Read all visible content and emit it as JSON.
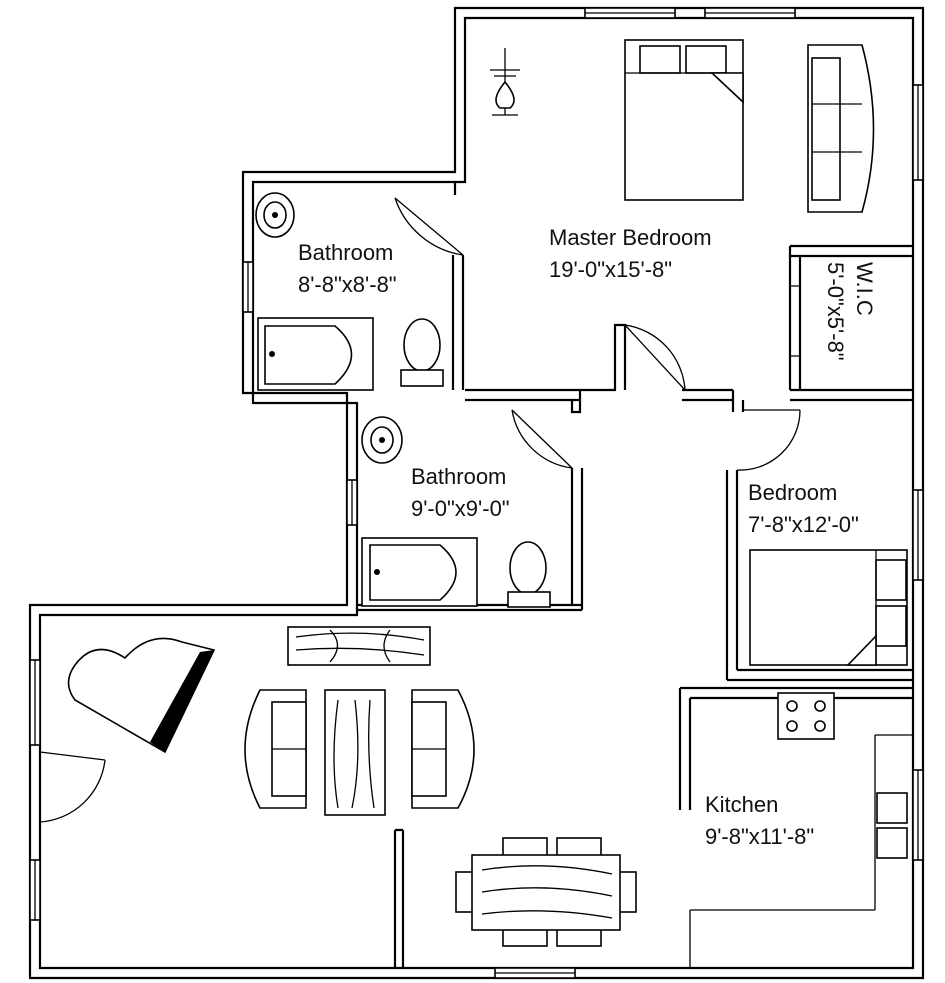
{
  "rooms": {
    "master_bedroom": {
      "name": "Master Bedroom",
      "size": "19'-0\"x15'-8\""
    },
    "bathroom_1": {
      "name": "Bathroom",
      "size": "8'-8\"x8'-8\""
    },
    "bathroom_2": {
      "name": "Bathroom",
      "size": "9'-0\"x9'-0\""
    },
    "wic": {
      "name": "W.I.C",
      "size": "5'-0\"x5'-8\""
    },
    "bedroom": {
      "name": "Bedroom",
      "size": "7'-8\"x12'-0\""
    },
    "kitchen": {
      "name": "Kitchen",
      "size": "9'-8\"x11'-8\""
    }
  },
  "fixture_icons": [
    "bed-icon",
    "sofa-icon",
    "toilet-icon",
    "bathtub-icon",
    "sink-icon",
    "piano-icon",
    "table-icon",
    "stove-icon",
    "coat-rack-icon"
  ]
}
